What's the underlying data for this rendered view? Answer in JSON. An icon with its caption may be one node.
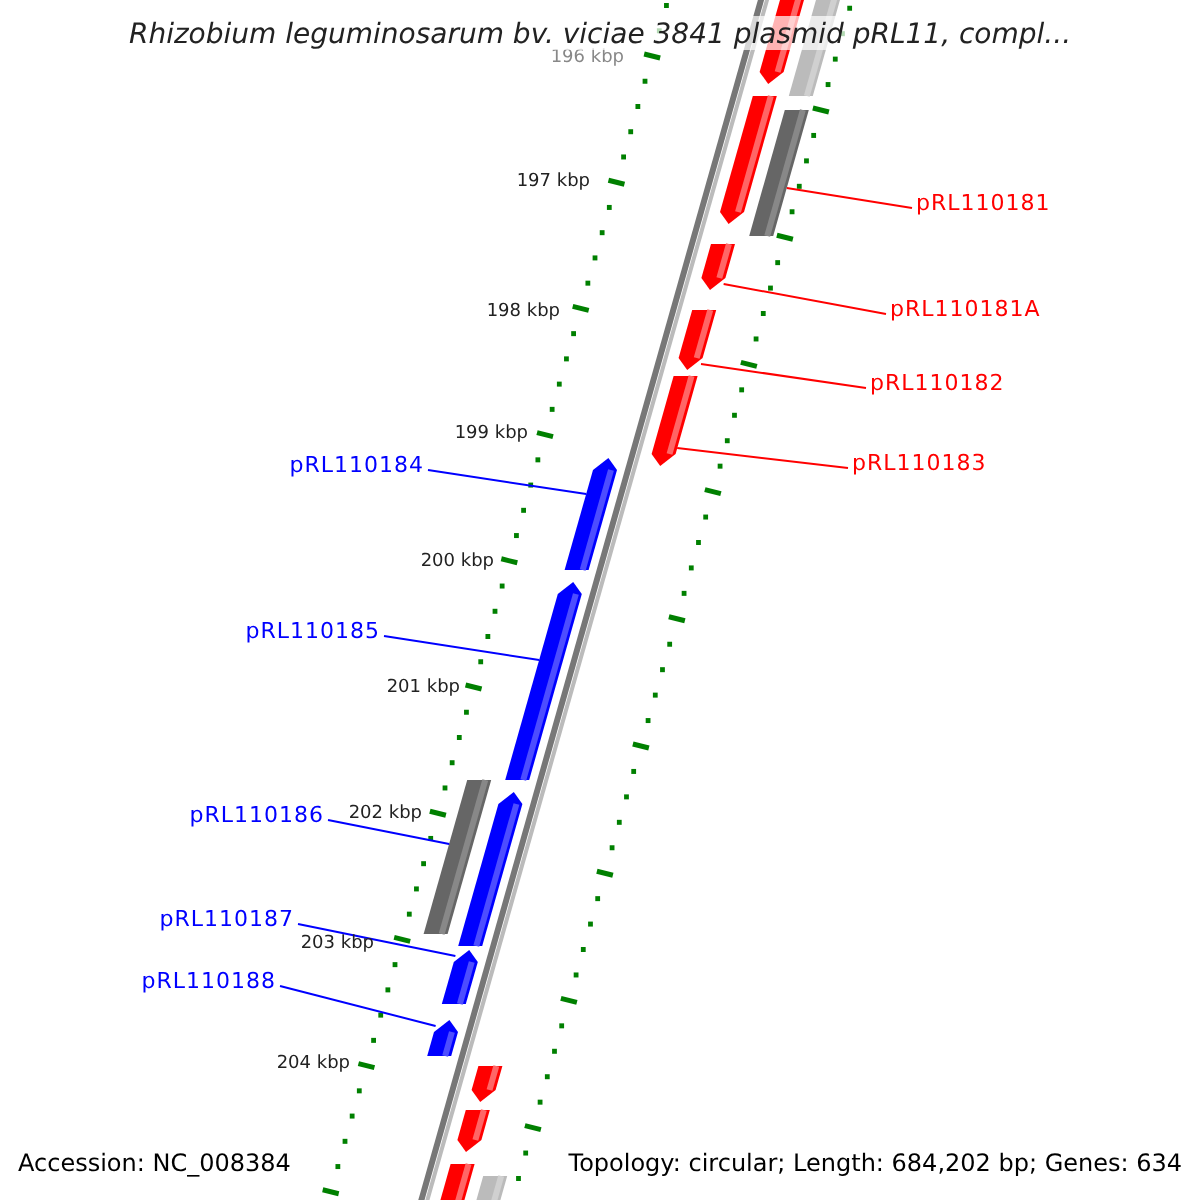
{
  "diagram": {
    "title": "Rhizobium leguminosarum bv. viciae 3841 plasmid pRL11, compl...",
    "nodes": [
      {
        "text": [
          "pRL110181"
        ]
      },
      {
        "text": [
          "pRL110181A"
        ]
      },
      {
        "text": [
          "pRL110182"
        ]
      },
      {
        "text": [
          "pRL110183"
        ]
      },
      {
        "text": [
          "pRL110184"
        ]
      },
      {
        "text": [
          "pRL110185"
        ]
      },
      {
        "text": [
          "pRL110186"
        ]
      },
      {
        "text": [
          "pRL110187"
        ]
      },
      {
        "text": [
          "pRL110188"
        ]
      },
      {
        "text": [],
        "shape": "pentagon"
      },
      {
        "text": [],
        "shape": "bar"
      },
      {
        "text": [],
        "shape": "pentagon"
      },
      {
        "text": [],
        "shape": "bar"
      },
      {
        "text": [],
        "shape": "pentagon"
      },
      {
        "text": [],
        "shape": "pentagon"
      },
      {
        "text": [],
        "shape": "pentagon"
      },
      {
        "text": [],
        "shape": "pentagon"
      },
      {
        "text": [],
        "shape": "pentagon"
      },
      {
        "text": [],
        "shape": "bar"
      },
      {
        "text": [],
        "shape": "pentagon"
      },
      {
        "text": [],
        "shape": "pentagon"
      },
      {
        "text": [],
        "shape": "pentagon"
      },
      {
        "text": [],
        "shape": "pentagon"
      },
      {
        "text": [],
        "shape": "pentagon"
      },
      {
        "text": [],
        "shape": "bar"
      },
      {
        "text": [],
        "shape": "bar"
      }
    ],
    "edges": [
      {
        "from": 0,
        "to": 12,
        "arrow": "none",
        "color": "#ff0000"
      },
      {
        "from": 1,
        "to": 13,
        "arrow": "none",
        "color": "#ff0000"
      },
      {
        "from": 2,
        "to": 14,
        "arrow": "none",
        "color": "#ff0000"
      },
      {
        "from": 3,
        "to": 15,
        "arrow": "none",
        "color": "#ff0000"
      },
      {
        "from": 4,
        "to": 16,
        "arrow": "none"
      },
      {
        "from": 5,
        "to": 17,
        "arrow": "none"
      },
      {
        "from": 6,
        "to": 18,
        "arrow": "none"
      },
      {
        "from": 7,
        "to": 20,
        "arrow": "none"
      },
      {
        "from": 8,
        "to": 21,
        "arrow": "none"
      }
    ],
    "labels": [
      "196 kbp",
      "197 kbp",
      "198 kbp",
      "199 kbp",
      "200 kbp",
      "201 kbp",
      "202 kbp",
      "203 kbp",
      "204 kbp",
      "Accession: NC_008384",
      "Topology: circular; Length: 684,202 bp; Genes: 634"
    ]
  }
}
